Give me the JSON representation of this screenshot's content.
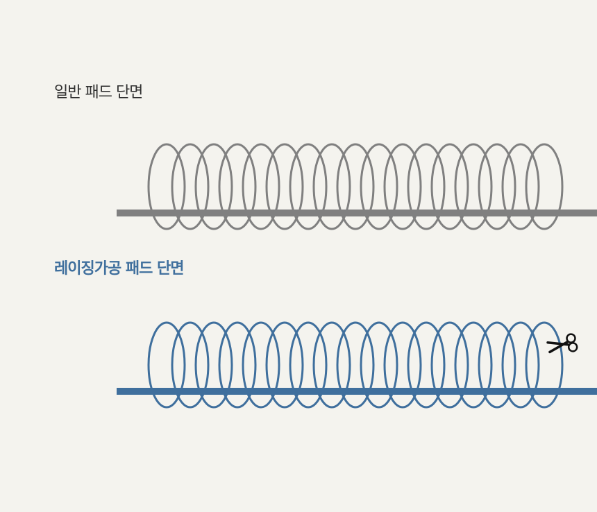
{
  "sections": [
    {
      "id": "normal",
      "title": "일반 패드 단면",
      "color": "#808080",
      "loop_count": 17,
      "cut_marker": false
    },
    {
      "id": "laser",
      "title": "레이징가공 패드 단면",
      "color": "#3f6f9d",
      "loop_count": 17,
      "cut_marker": true
    }
  ],
  "icons": {
    "cut_marker": "scissors-icon"
  }
}
